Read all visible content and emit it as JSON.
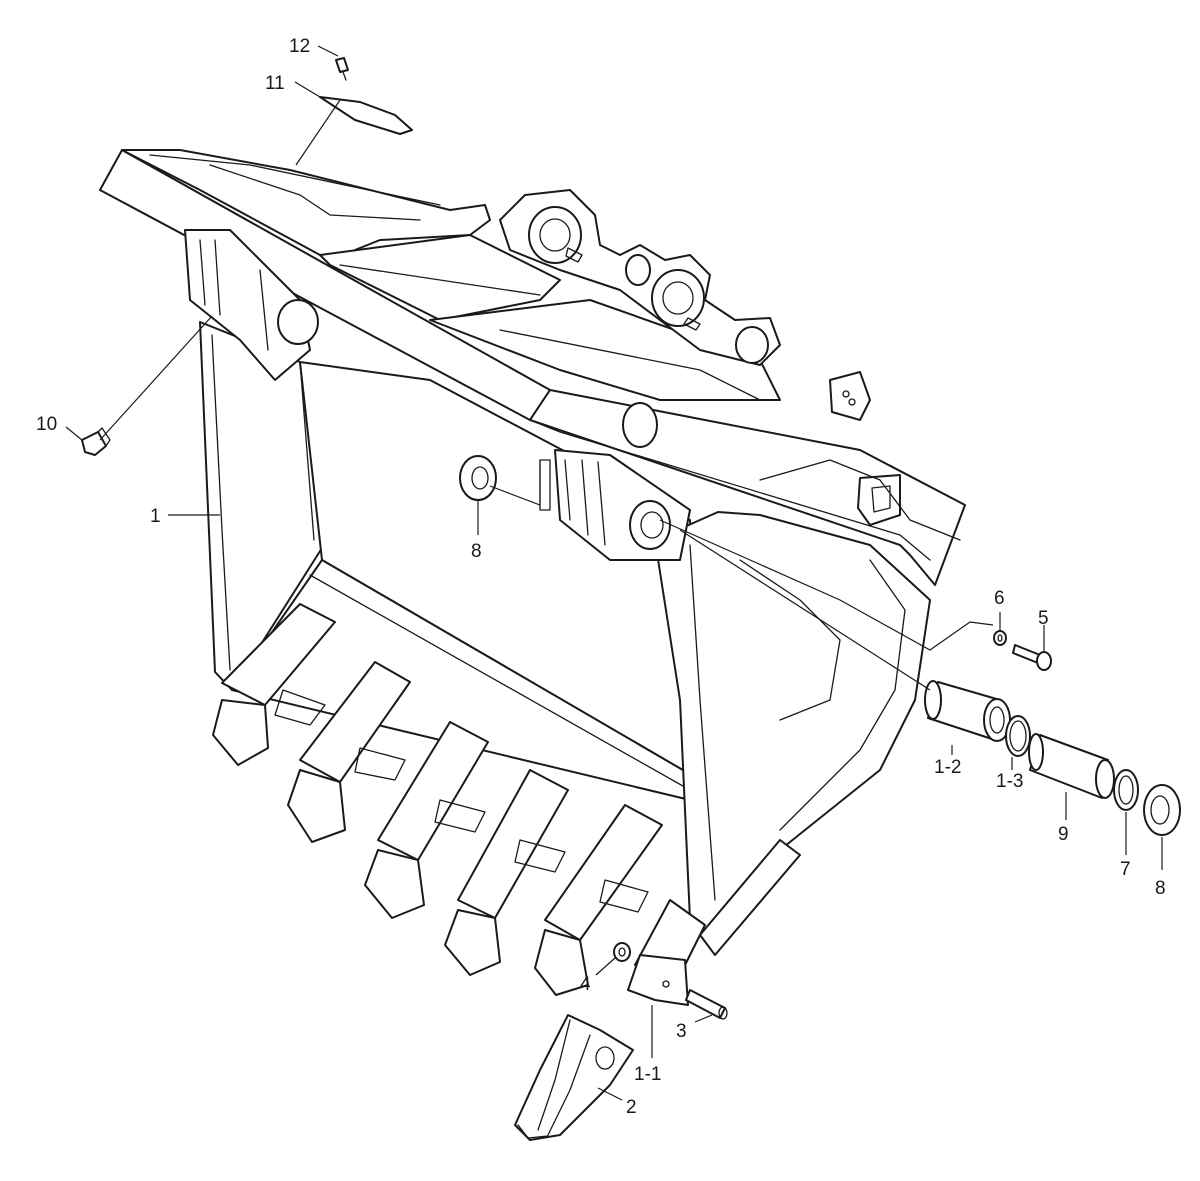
{
  "callouts": [
    {
      "id": "12",
      "text": "12"
    },
    {
      "id": "11",
      "text": "11"
    },
    {
      "id": "10",
      "text": "10"
    },
    {
      "id": "1",
      "text": "1"
    },
    {
      "id": "8a",
      "text": "8"
    },
    {
      "id": "6",
      "text": "6"
    },
    {
      "id": "5",
      "text": "5"
    },
    {
      "id": "1-2",
      "text": "1-2"
    },
    {
      "id": "1-3",
      "text": "1-3"
    },
    {
      "id": "9",
      "text": "9"
    },
    {
      "id": "7",
      "text": "7"
    },
    {
      "id": "8b",
      "text": "8"
    },
    {
      "id": "4",
      "text": "4"
    },
    {
      "id": "3",
      "text": "3"
    },
    {
      "id": "1-1",
      "text": "1-1"
    },
    {
      "id": "2",
      "text": "2"
    }
  ]
}
